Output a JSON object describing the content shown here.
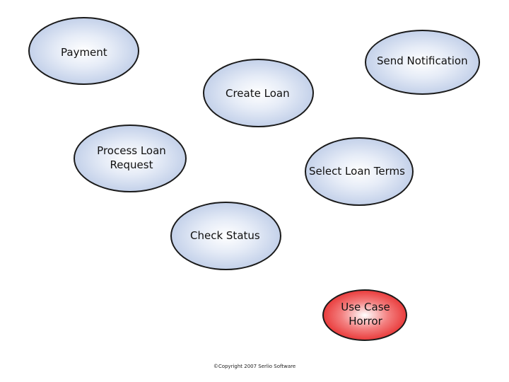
{
  "use_cases": [
    {
      "id": "payment",
      "label": "Payment"
    },
    {
      "id": "send-notification",
      "label": "Send Notification"
    },
    {
      "id": "create-loan",
      "label": "Create Loan"
    },
    {
      "id": "process-loan-request",
      "label": "Process Loan\nRequest"
    },
    {
      "id": "select-loan-terms",
      "label": "Select Loan Terms"
    },
    {
      "id": "check-status",
      "label": "Check Status"
    },
    {
      "id": "use-case-horror",
      "label": "Use Case\nHorror"
    }
  ],
  "footer": "©Copyright 2007 Serlio Software",
  "colors": {
    "use_case_fill": "#a9bcdf",
    "warning_fill": "#e10000",
    "outline": "#1a1a1a"
  }
}
